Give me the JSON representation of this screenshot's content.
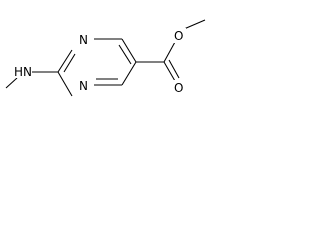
{
  "molecule": {
    "atoms": {
      "n_upper": "N",
      "n_lower": "N",
      "nh_label": "HN",
      "o_ester": "O",
      "o_carbonyl": "O"
    }
  }
}
